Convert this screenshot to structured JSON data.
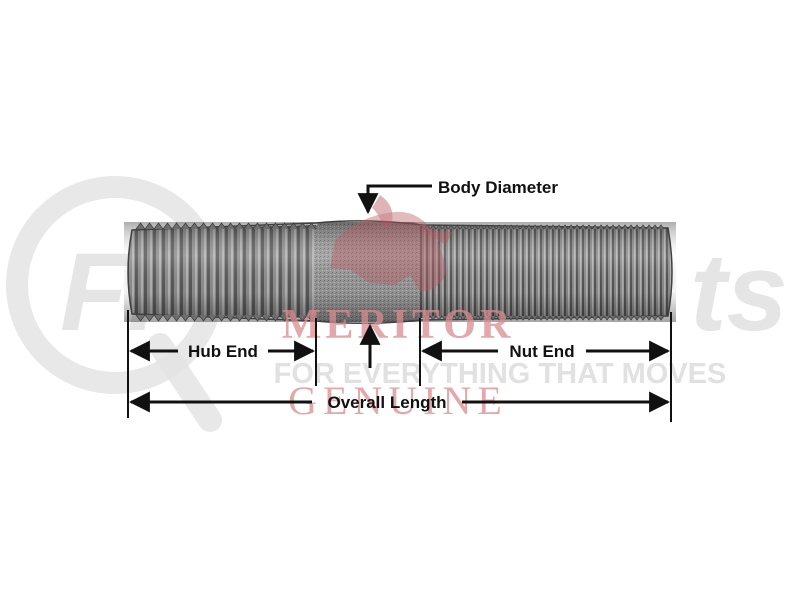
{
  "diagram": {
    "labels": {
      "body_diameter": "Body Diameter",
      "hub_end": "Hub End",
      "nut_end": "Nut End",
      "overall_length": "Overall Length"
    }
  },
  "watermark": {
    "brand": "MERITOR",
    "tagline": "FOR EVERYTHING THAT MOVES",
    "genuine": "GENUINE",
    "left_fragment": "Fl",
    "right_fragment": "ts"
  },
  "colors": {
    "stud_metal": "#8a8a8a",
    "thread_dark": "#4a4a4a",
    "arrow_black": "#111111",
    "watermark_red": "#d98b8f",
    "watermark_gray": "#cfcfcf"
  }
}
